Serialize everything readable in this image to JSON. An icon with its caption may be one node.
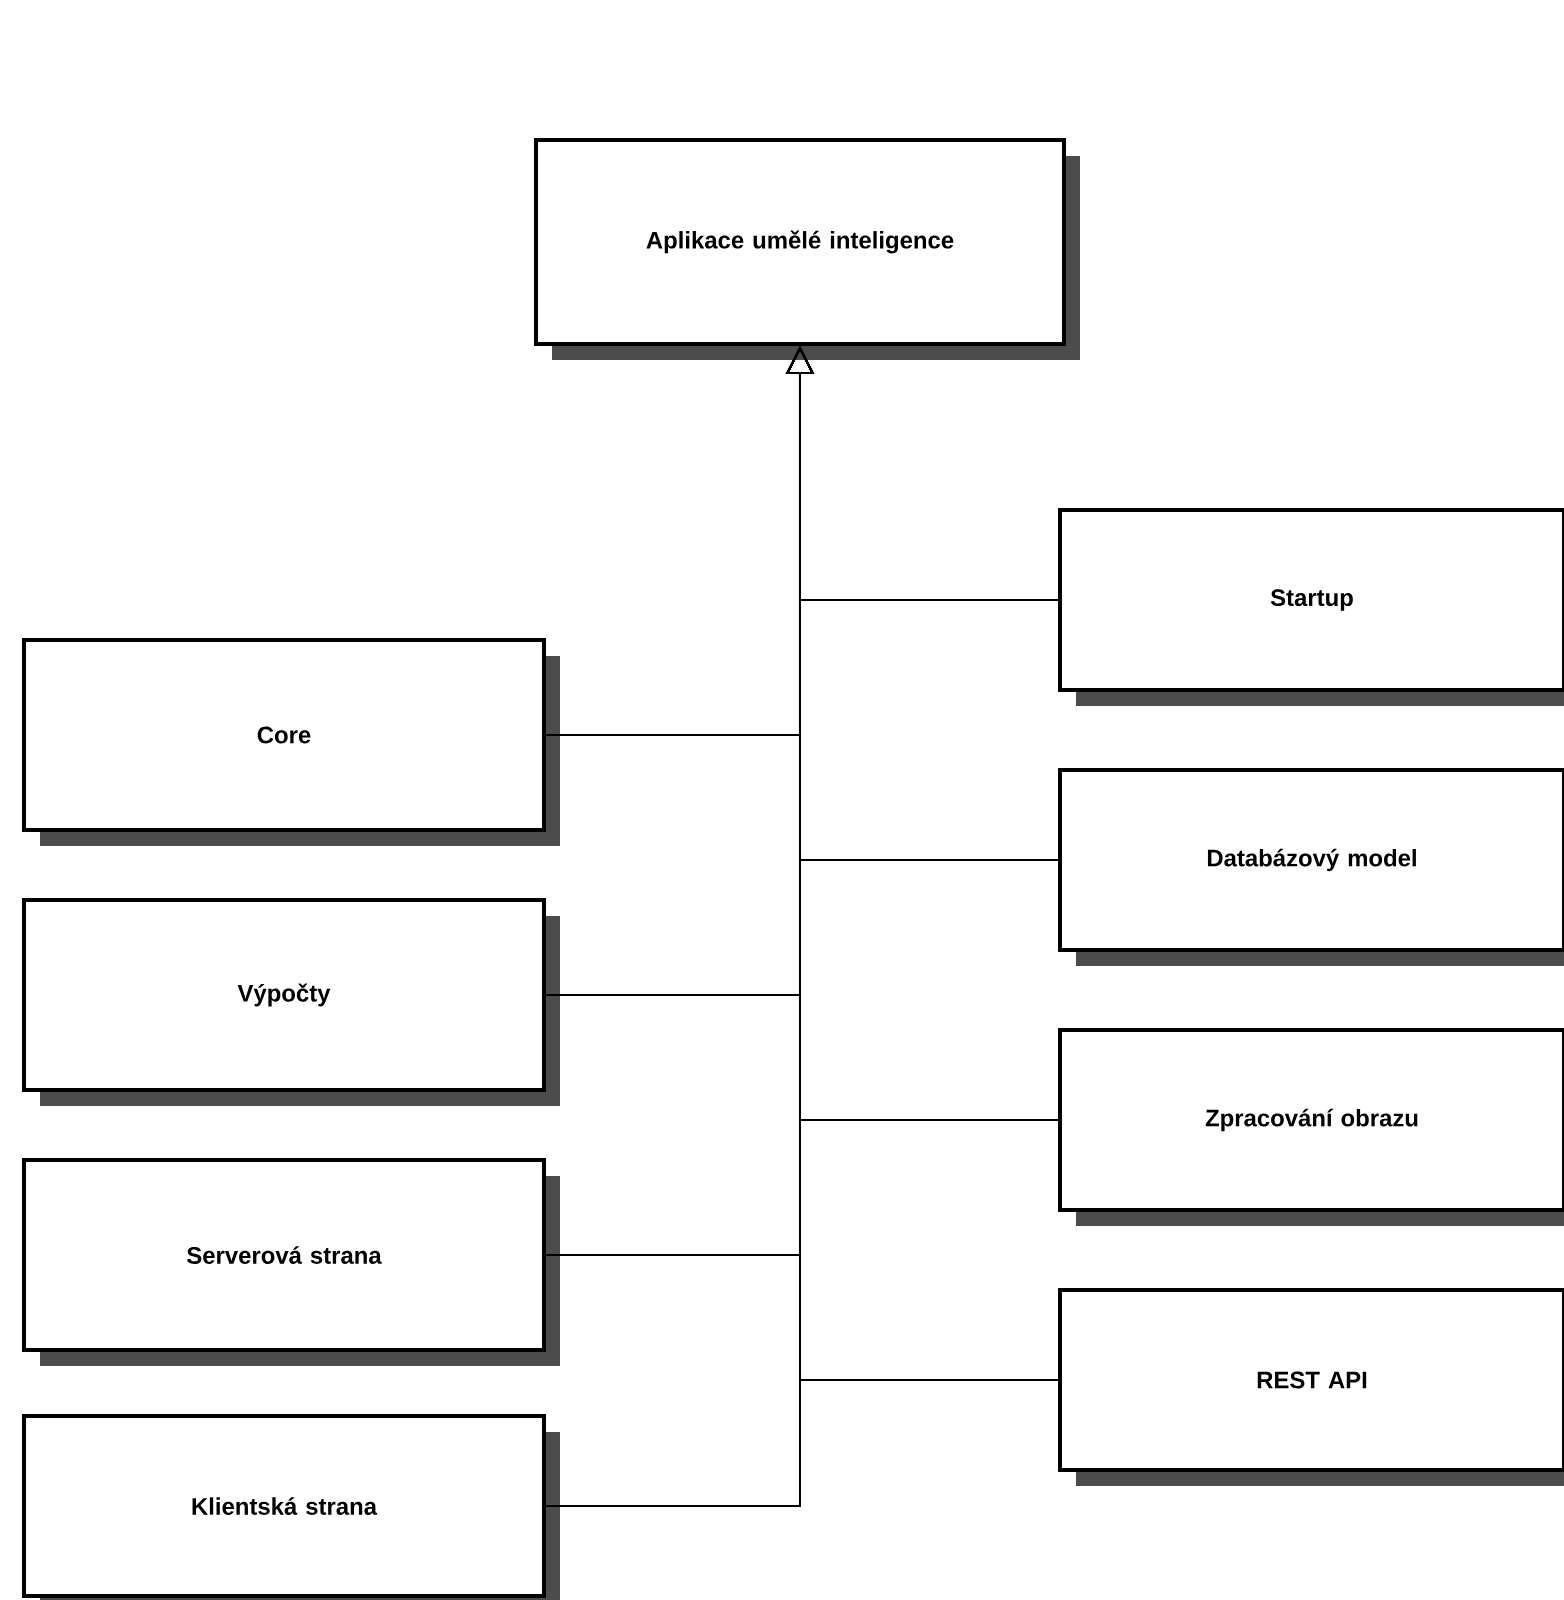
{
  "diagram": {
    "nodes": [
      {
        "text": [
          "Aplikace umělé inteligence"
        ]
      },
      {
        "text": [
          "Startup"
        ]
      },
      {
        "text": [
          "Core"
        ]
      },
      {
        "text": [
          "Databázový model"
        ]
      },
      {
        "text": [
          "Výpočty"
        ]
      },
      {
        "text": [
          "Zpracování obrazu"
        ]
      },
      {
        "text": [
          "Serverová strana"
        ]
      },
      {
        "text": [
          "REST API"
        ]
      },
      {
        "text": [
          "Klientská strana"
        ]
      }
    ],
    "edges": [
      {
        "from": 1,
        "to": 0,
        "arrow": "to"
      },
      {
        "from": 2,
        "to": 0,
        "arrow": "to"
      },
      {
        "from": 3,
        "to": 0,
        "arrow": "to"
      },
      {
        "from": 4,
        "to": 0,
        "arrow": "to"
      },
      {
        "from": 5,
        "to": 0,
        "arrow": "to"
      },
      {
        "from": 6,
        "to": 0,
        "arrow": "to"
      },
      {
        "from": 7,
        "to": 0,
        "arrow": "to"
      },
      {
        "from": 8,
        "to": 0,
        "arrow": "to"
      }
    ]
  }
}
